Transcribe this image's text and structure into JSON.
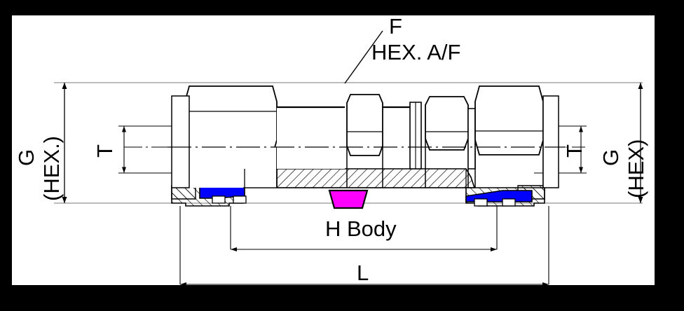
{
  "drawing": {
    "title": "Tube fitting bulkhead union cross-section drawing",
    "background_color": "#000000",
    "sheet_color": "#ffffff",
    "line_color": "#000000",
    "ferrule_color": "#0000ff",
    "seal_color": "#ff00ff"
  },
  "labels": {
    "top_hex_code": "F",
    "top_hex_desc": "HEX. A/F",
    "left_g": "G",
    "left_g_hex": "(HEX.)",
    "left_t": "T",
    "right_t": "T",
    "right_g": "G",
    "right_g_hex": "(HEX)",
    "body_hex": "H Body",
    "overall_length": "L"
  },
  "dimensions": {
    "g_left_label": "G",
    "g_left_sub": "(HEX.)",
    "t_left_label": "T",
    "t_right_label": "T",
    "g_right_label": "G",
    "g_right_sub": "(HEX)",
    "h_body_label": "H Body",
    "l_label": "L",
    "f_label": "F",
    "f_sub_label": "HEX. A/F"
  },
  "chart_data": {
    "type": "diagram",
    "title": "Bulkhead tube union assembly",
    "callouts": [
      {
        "code": "F",
        "description": "HEX. A/F",
        "position": "top-center"
      },
      {
        "code": "G",
        "description": "(HEX.)",
        "position": "left"
      },
      {
        "code": "T",
        "description": "",
        "position": "left-inner"
      },
      {
        "code": "T",
        "description": "",
        "position": "right-inner"
      },
      {
        "code": "G",
        "description": "(HEX)",
        "position": "right"
      },
      {
        "code": "H Body",
        "description": "",
        "position": "bottom-inner"
      },
      {
        "code": "L",
        "description": "",
        "position": "bottom-outer"
      }
    ]
  }
}
